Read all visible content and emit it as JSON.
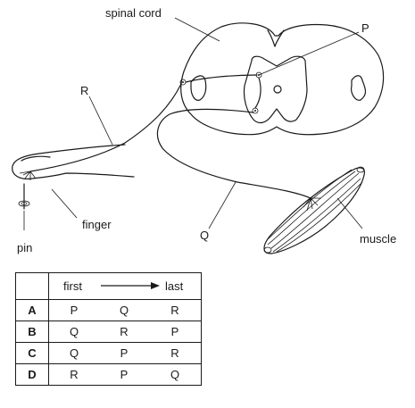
{
  "labels": {
    "spinal_cord": "spinal cord",
    "P": "P",
    "R": "R",
    "Q": "Q",
    "finger": "finger",
    "pin": "pin",
    "muscle": "muscle"
  },
  "table": {
    "header": {
      "first": "first",
      "last": "last"
    },
    "rows": [
      {
        "key": "A",
        "values": [
          "P",
          "Q",
          "R"
        ]
      },
      {
        "key": "B",
        "values": [
          "Q",
          "R",
          "P"
        ]
      },
      {
        "key": "C",
        "values": [
          "Q",
          "P",
          "R"
        ]
      },
      {
        "key": "D",
        "values": [
          "R",
          "P",
          "Q"
        ]
      }
    ]
  }
}
